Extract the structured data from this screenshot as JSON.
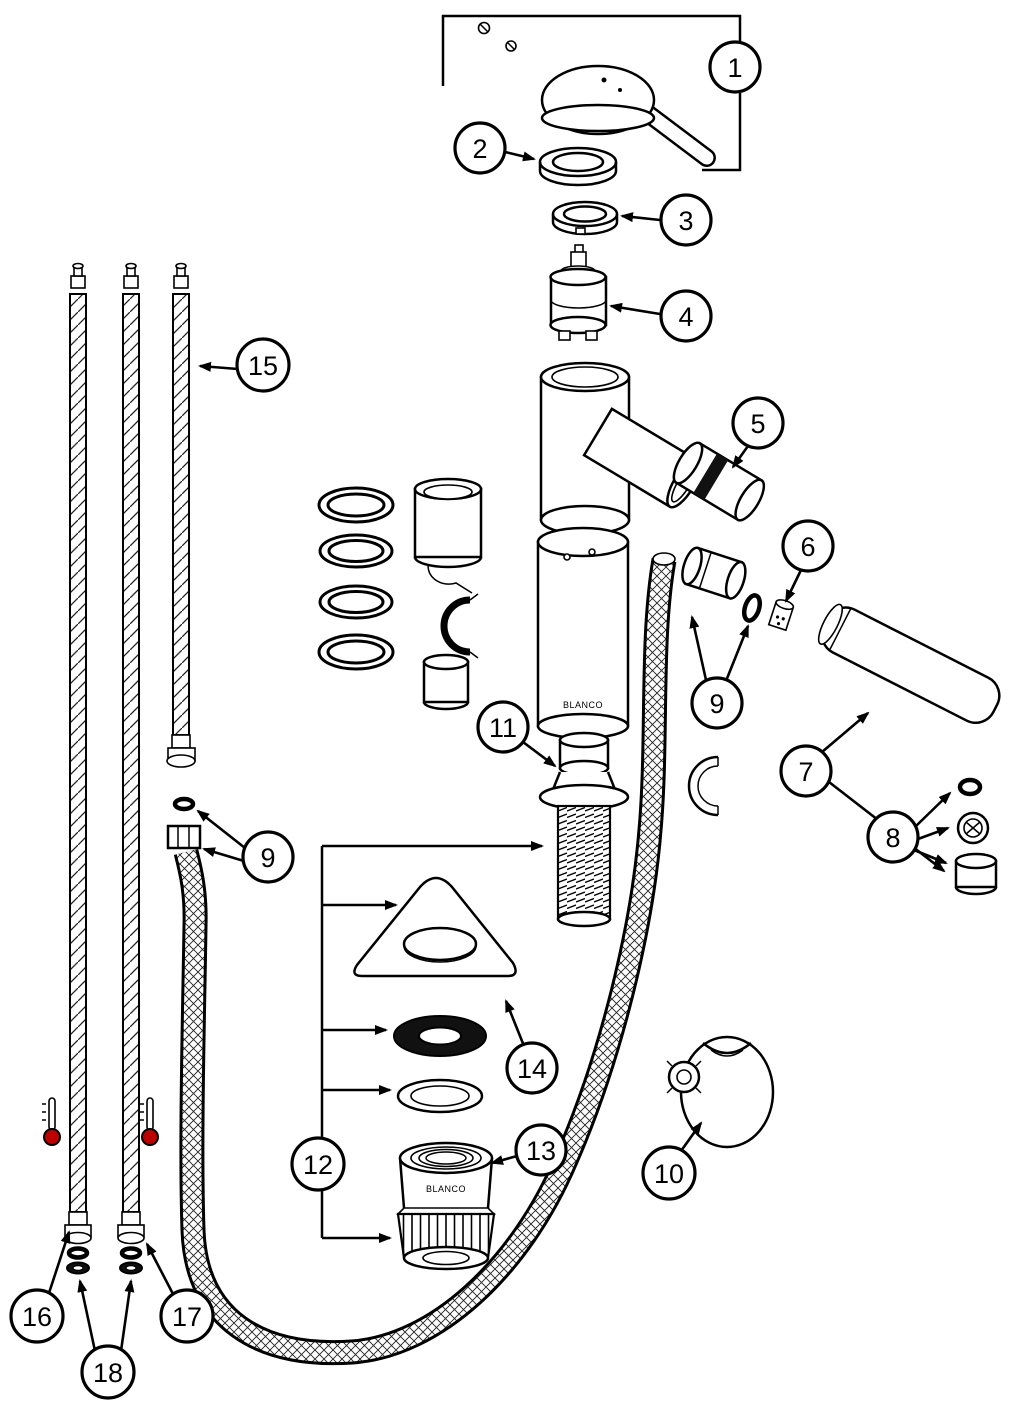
{
  "diagram": {
    "type": "exploded-parts-diagram",
    "colors": {
      "line": "#000000",
      "background": "#ffffff",
      "accent_red": "#bb0000"
    }
  },
  "labels": {
    "body_brand": "BLANCO",
    "nut_brand": "BLANCO"
  },
  "callouts": [
    {
      "label": "1"
    },
    {
      "label": "2"
    },
    {
      "label": "3"
    },
    {
      "label": "4"
    },
    {
      "label": "5"
    },
    {
      "label": "6"
    },
    {
      "label": "7"
    },
    {
      "label": "8"
    },
    {
      "label": "9"
    },
    {
      "label": "10"
    },
    {
      "label": "11"
    },
    {
      "label": "12"
    },
    {
      "label": "13"
    },
    {
      "label": "14"
    },
    {
      "label": "15"
    },
    {
      "label": "16"
    },
    {
      "label": "17"
    },
    {
      "label": "18"
    }
  ]
}
